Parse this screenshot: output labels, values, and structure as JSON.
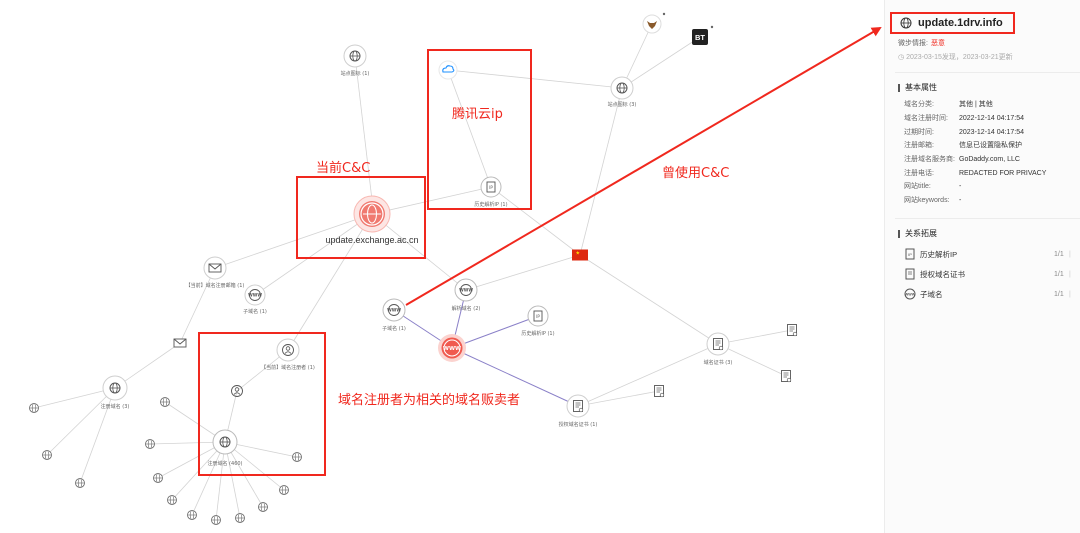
{
  "graph": {
    "main_domain": "update.exchange.ac.cn",
    "labels": {
      "top_sites": "站点图标 (1)",
      "right_sites": "站点图标 (3)",
      "hist_ip_top": "历史解析IP (1)",
      "hist_ip_mid": "历史解析IP (1)",
      "reg_email": "【当前】域名注册邮箱 (1)",
      "subdomain_left": "子域名 (1)",
      "subdomain_center": "子域名 (1)",
      "parent_domain": "解析域名 (2)",
      "registrant": "【当前】域名注册者 (1)",
      "reg_domains_left": "注册域名 (3)",
      "reg_domains_center": "注册域名 (460)",
      "cert_right": "域名证书 (3)",
      "cert_bottom": "授权域名证书 (1)"
    },
    "badges": {
      "bt": "BT"
    }
  },
  "annotations": {
    "tencent_cloud_ip": "腾讯云ip",
    "current_cc": "当前C&C",
    "used_cc": "曾使用C&C",
    "registrant_note": "域名注册者为相关的域名贩卖者"
  },
  "panel": {
    "title": "update.1drv.info",
    "threat_label": "微步情报:",
    "threat_value": "恶意",
    "dates": "2023-03-15发现，2023-03-21更新",
    "basic_section": "基本属性",
    "basic": [
      {
        "k": "域名分类:",
        "v": "其他 | 其他"
      },
      {
        "k": "域名注册时间:",
        "v": "2022-12-14 04:17:54"
      },
      {
        "k": "过期时间:",
        "v": "2023-12-14 04:17:54"
      },
      {
        "k": "注册邮箱:",
        "v": "信息已设置隐私保护"
      },
      {
        "k": "注册域名服务商:",
        "v": "GoDaddy.com, LLC"
      },
      {
        "k": "注册电话:",
        "v": "REDACTED FOR PRIVACY"
      },
      {
        "k": "网站title:",
        "v": "-"
      },
      {
        "k": "网站keywords:",
        "v": "-"
      }
    ],
    "relation_section": "关系拓展",
    "relations": [
      {
        "label": "历史解析IP",
        "count": "1/1",
        "icon": "ip-history-icon"
      },
      {
        "label": "授权域名证书",
        "count": "1/1",
        "icon": "certificate-icon"
      },
      {
        "label": "子域名",
        "count": "1/1",
        "icon": "www-icon"
      }
    ]
  },
  "colors": {
    "accent_red": "#f0281e",
    "edge_gray": "#d0d0d0",
    "edge_purple": "#8a80c8"
  }
}
